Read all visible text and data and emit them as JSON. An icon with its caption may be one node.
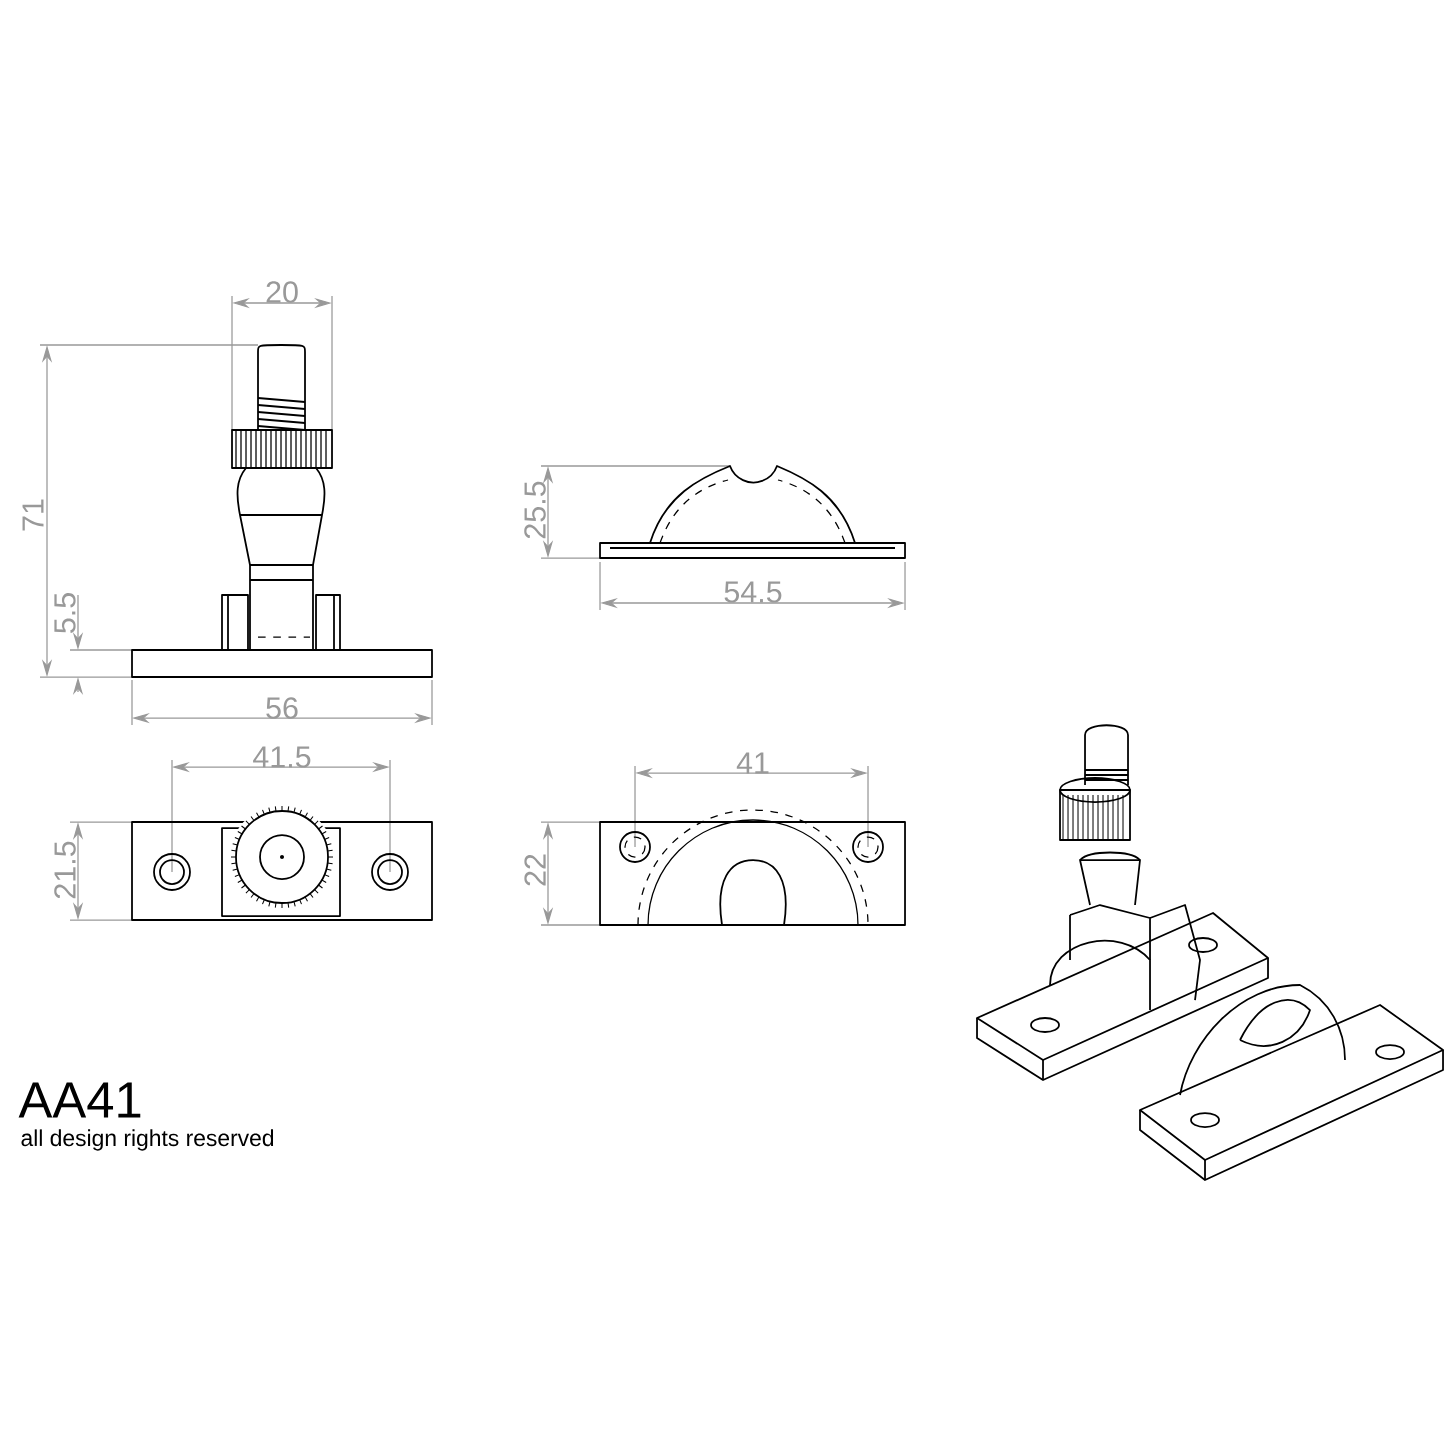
{
  "diagram": {
    "labels": [
      "20",
      "71",
      "25.5",
      "54.5",
      "5.5",
      "56",
      "41.5",
      "41",
      "21.5",
      "22",
      "AA41",
      "all design rights reserved"
    ]
  }
}
